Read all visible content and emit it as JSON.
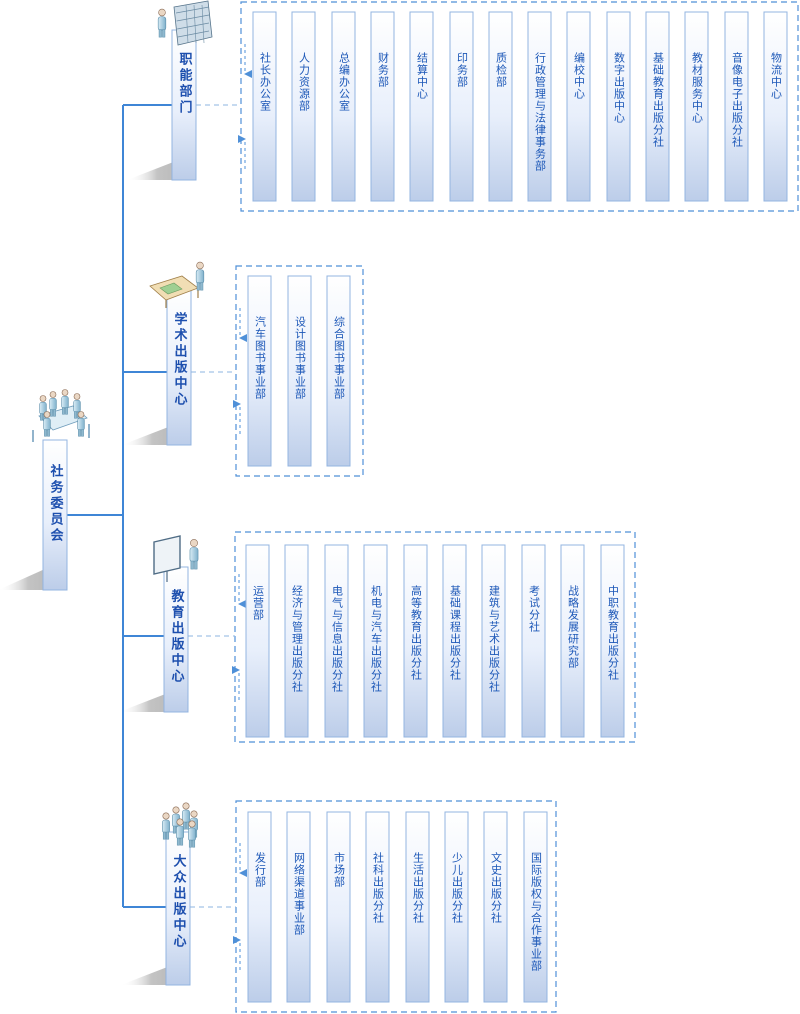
{
  "root": {
    "label": "社务委员会",
    "icon": "meeting-people-icon"
  },
  "branches": [
    {
      "label": "职能部门",
      "icon": "server-rack-person-icon",
      "departments": [
        "社长办公室",
        "人力资源部",
        "总编办公室",
        "财务部",
        "结算中心",
        "印务部",
        "质检部",
        "行政管理与法律事务部",
        "编校中心",
        "数字出版中心",
        "基础教育出版分社",
        "教材服务中心",
        "音像电子出版分社",
        "物流中心"
      ]
    },
    {
      "label": "学术出版中心",
      "icon": "drafting-table-person-icon",
      "departments": [
        "汽车图书事业部",
        "设计图书事业部",
        "综合图书事业部"
      ]
    },
    {
      "label": "教育出版中心",
      "icon": "presentation-board-person-icon",
      "departments": [
        "运营部",
        "经济与管理出版分社",
        "电气与信息出版分社",
        "机电与汽车出版分社",
        "高等教育出版分社",
        "基础课程出版分社",
        "建筑与艺术出版分社",
        "考试分社",
        "战略发展研究部",
        "中职教育出版分社"
      ]
    },
    {
      "label": "大众出版中心",
      "icon": "group-people-icon",
      "departments": [
        "发行部",
        "网络渠道事业部",
        "市场部",
        "社科出版分社",
        "生活出版分社",
        "少儿出版分社",
        "文史出版分社",
        "国际版权与合作事业部"
      ]
    }
  ],
  "colors": {
    "line": "#3f86d6",
    "dash": "#4f90d8",
    "text": "#1d56b5",
    "shadow": "#b5b5b5"
  }
}
